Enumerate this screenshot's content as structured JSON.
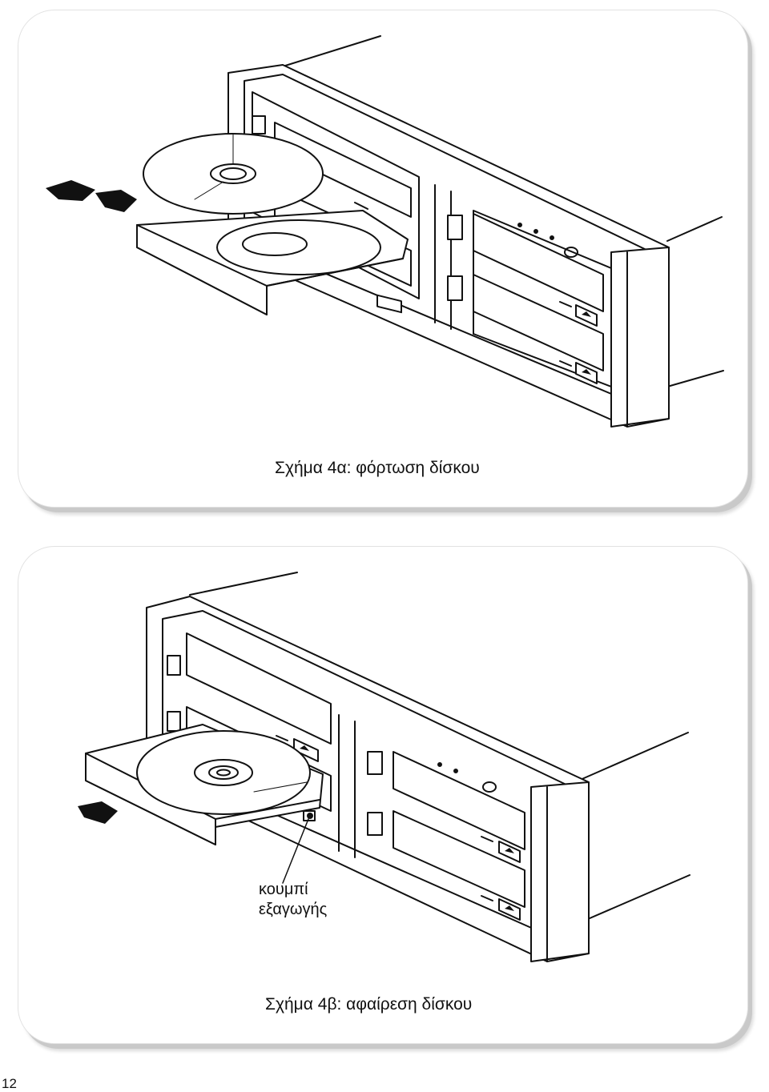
{
  "figures": [
    {
      "caption": "Σχήμα 4α: φόρτωση δίσκου"
    },
    {
      "caption": "Σχήμα 4β: αφαίρεση δίσκου",
      "callout": {
        "line1": "κουμπί",
        "line2": "εξαγωγής"
      }
    }
  ],
  "page_number": "12",
  "colors": {
    "ink": "#111111",
    "panel_background": "#ffffff",
    "panel_shadow": "#c9c9c9"
  },
  "icons": [
    "load-arrow-icon",
    "eject-arrow-icon",
    "eject-symbol-icon"
  ]
}
